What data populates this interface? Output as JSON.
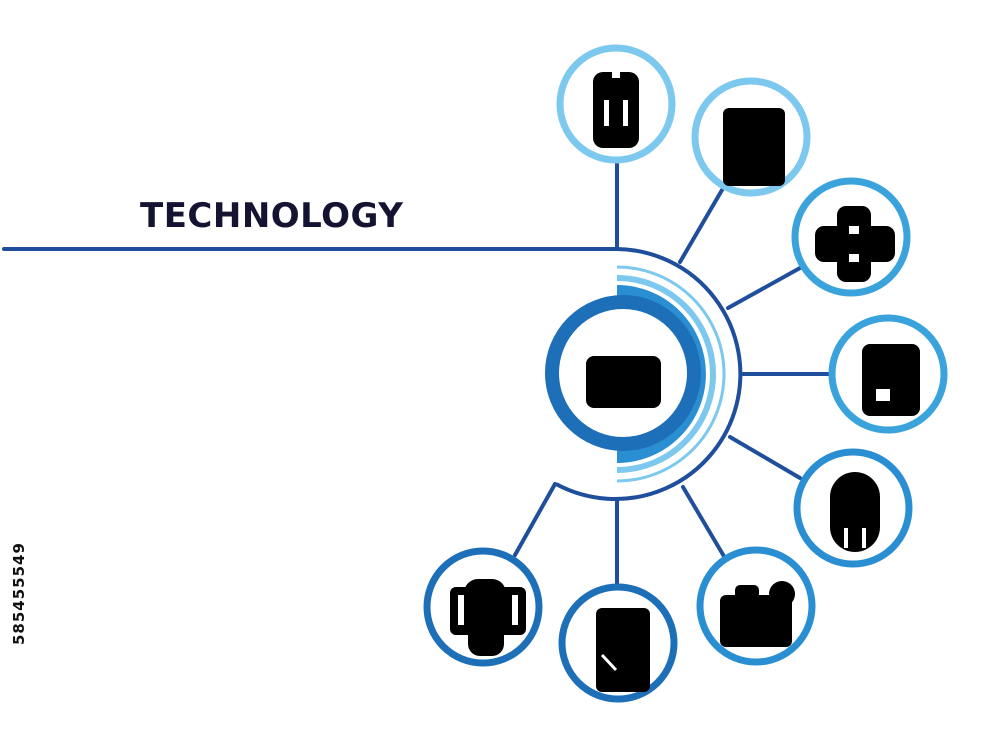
{
  "title": "TECHNOLOGY",
  "stock_id": "585455549",
  "colors": {
    "title": "#141432",
    "line": "#1f4e9c",
    "light_blue": "#7cc8ee",
    "mid_blue": "#3aa3dc",
    "blue": "#2a8fd2",
    "dark_blue": "#1d6fb8",
    "icon": "#000000"
  },
  "center_icon": "tablet-icon",
  "nodes": [
    {
      "icon": "battery-icon",
      "ring": "light_blue"
    },
    {
      "icon": "screen-icon",
      "ring": "light_blue"
    },
    {
      "icon": "gamepad-icon",
      "ring": "mid_blue"
    },
    {
      "icon": "phone-icon",
      "ring": "mid_blue"
    },
    {
      "icon": "mouse-icon",
      "ring": "blue"
    },
    {
      "icon": "printer-icon",
      "ring": "blue"
    },
    {
      "icon": "smartphone-icon",
      "ring": "dark_blue"
    },
    {
      "icon": "robot-icon",
      "ring": "dark_blue"
    }
  ]
}
